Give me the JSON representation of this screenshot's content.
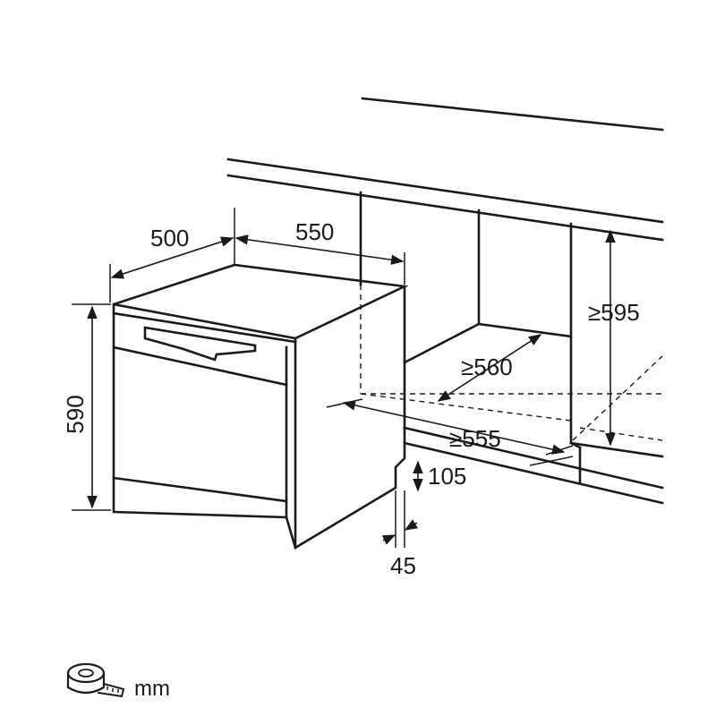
{
  "dimensions": {
    "width": "500",
    "depth": "550",
    "height": "590",
    "niche_height": "≥595",
    "niche_width": "≥560",
    "niche_depth": "≥555",
    "plinth_height": "105",
    "plinth_setback": "45"
  },
  "unit": {
    "label": "mm",
    "icon": "tape-measure-icon"
  }
}
